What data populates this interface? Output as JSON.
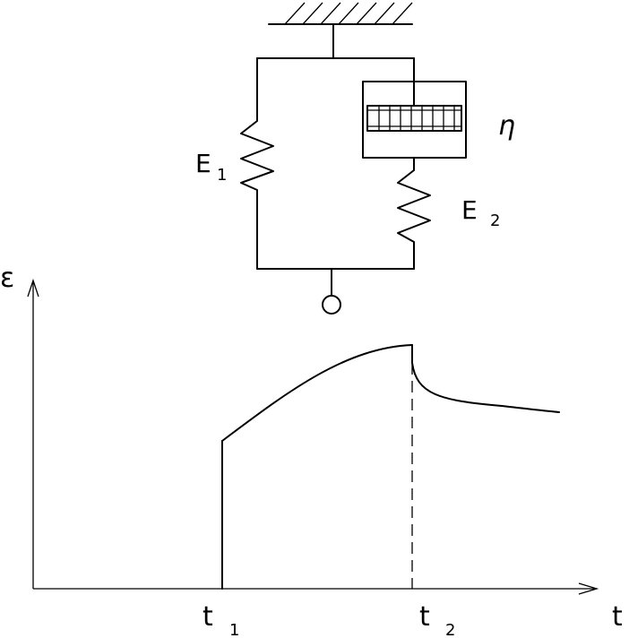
{
  "labels": {
    "e1_main": "E",
    "e1_sub": "1",
    "e2_main": "E",
    "e2_sub": "2",
    "eta": "η",
    "y_axis": "ε",
    "t1_main": "t",
    "t1_sub": "1",
    "t2_main": "t",
    "t2_sub": "2",
    "x_axis": "t"
  },
  "colors": {
    "ink": "#000000",
    "background": "#ffffff"
  }
}
